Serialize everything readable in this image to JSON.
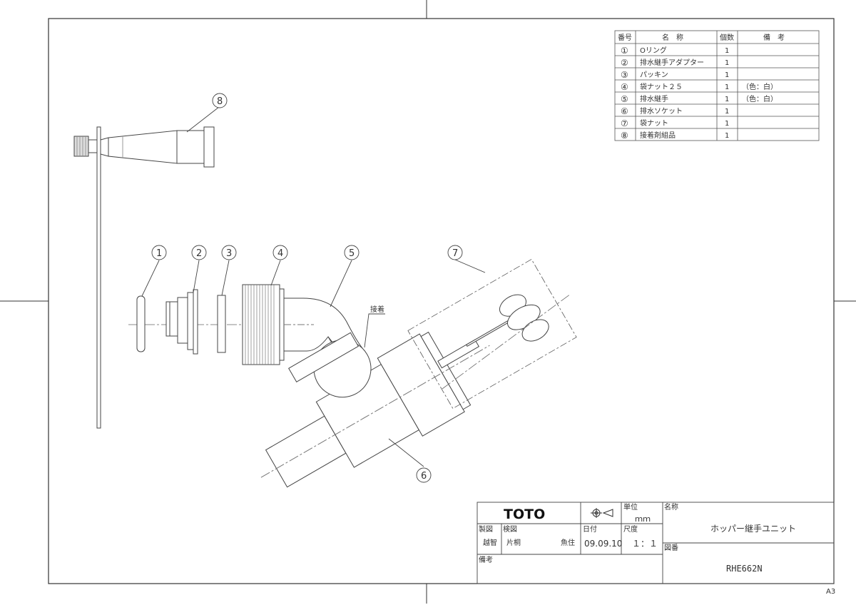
{
  "parts_table": {
    "headers": {
      "no": "番号",
      "name": "名　称",
      "qty": "個数",
      "remarks": "備　考"
    },
    "rows": [
      {
        "no": "①",
        "name": "Oリング",
        "qty": "1",
        "remarks": ""
      },
      {
        "no": "②",
        "name": "排水継手アダプター",
        "qty": "1",
        "remarks": ""
      },
      {
        "no": "③",
        "name": "パッキン",
        "qty": "1",
        "remarks": ""
      },
      {
        "no": "④",
        "name": "袋ナット２５",
        "qty": "1",
        "remarks": "（色：白）"
      },
      {
        "no": "⑤",
        "name": "排水継手",
        "qty": "1",
        "remarks": "（色：白）"
      },
      {
        "no": "⑥",
        "name": "排水ソケット",
        "qty": "1",
        "remarks": ""
      },
      {
        "no": "⑦",
        "name": "袋ナット",
        "qty": "1",
        "remarks": ""
      },
      {
        "no": "⑧",
        "name": "接着剤組品",
        "qty": "1",
        "remarks": ""
      }
    ]
  },
  "callouts": {
    "c1": "1",
    "c2": "2",
    "c3": "3",
    "c4": "4",
    "c5": "5",
    "c6": "6",
    "c7": "7",
    "c8": "8"
  },
  "adhesive_label": "接着",
  "title_block": {
    "logo": "TOTO",
    "unit_label": "単位",
    "unit_value": "ｍｍ",
    "name_label": "名称",
    "name_value": "ホッパー継手ユニット",
    "drawn_label": "製図",
    "drawn_value": "越智",
    "checked_label": "検図",
    "checked_value_1": "片桐",
    "checked_value_2": "魚住",
    "date_label": "日付",
    "date_value": "09.09.10",
    "scale_label": "尺度",
    "scale_value": "１：１",
    "drawing_no_label": "図番",
    "drawing_no_value": "RHE662N",
    "notes_label": "備考"
  },
  "sheet_size": "A3"
}
